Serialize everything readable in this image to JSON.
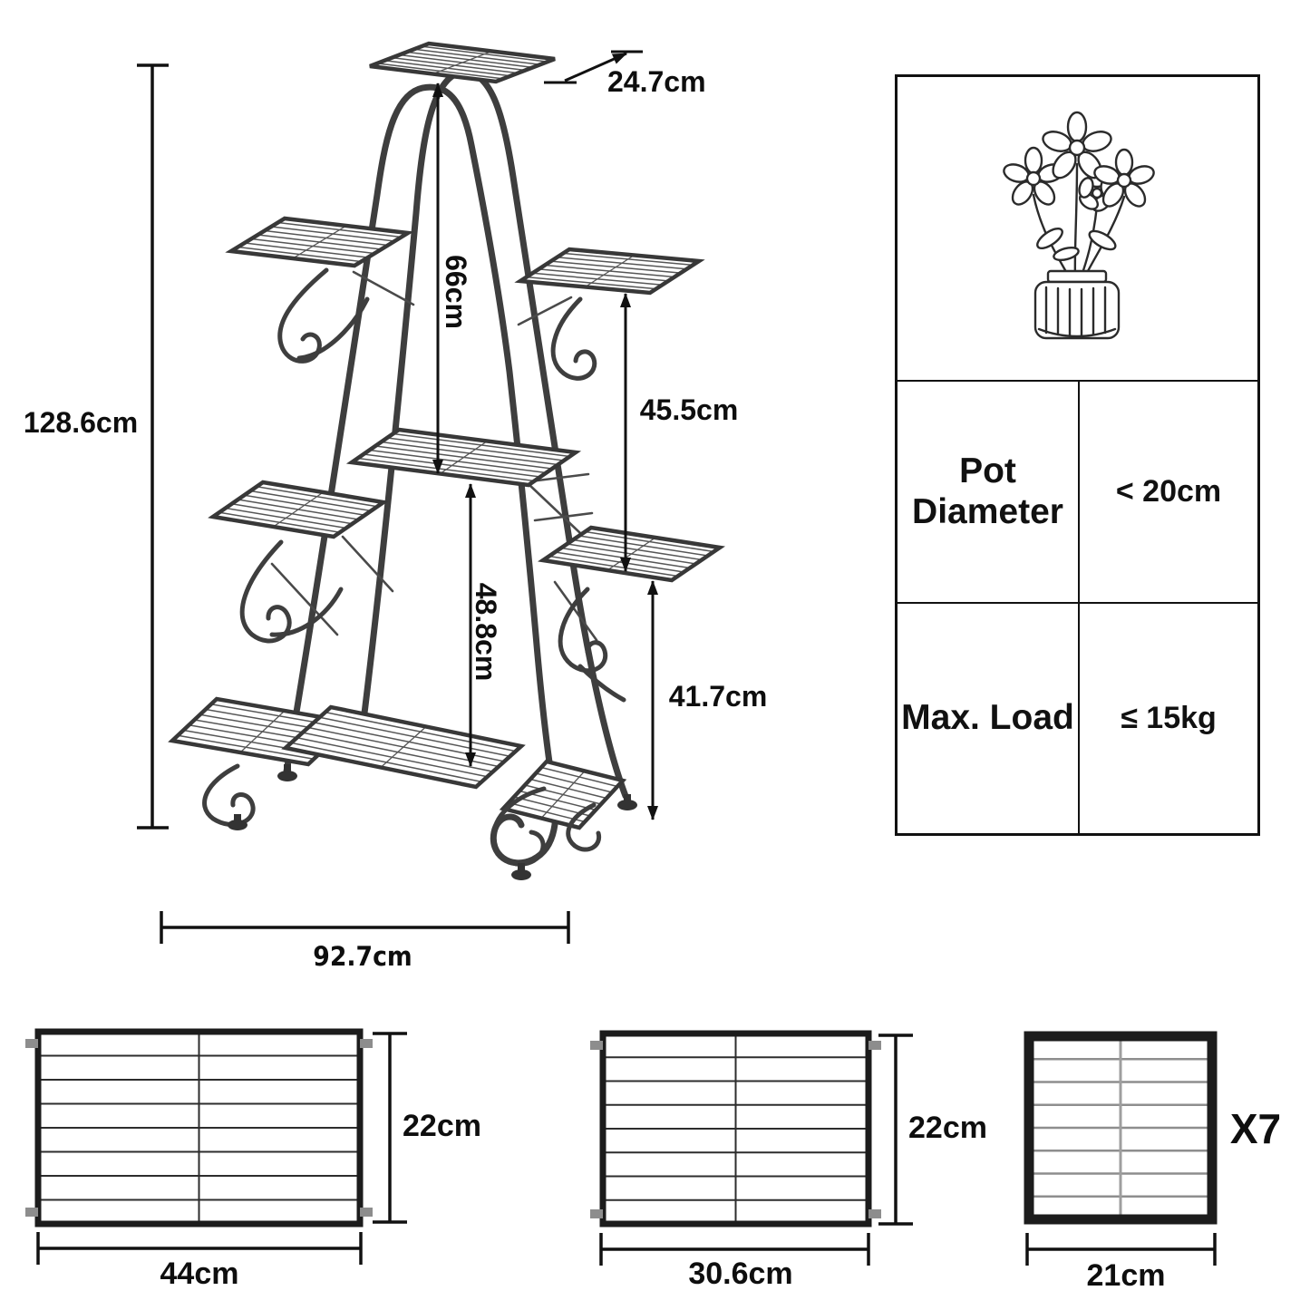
{
  "dimensions": {
    "total_height": "128.6cm",
    "top_shelf_width": "24.7cm",
    "top_to_middle": "66cm",
    "right_upper_gap": "45.5cm",
    "middle_to_bottom": "48.8cm",
    "right_lower_gap": "41.7cm",
    "base_width": "92.7cm"
  },
  "spec_table": {
    "pot_diameter_label": "Pot Diameter",
    "pot_diameter_value": "< 20cm",
    "max_load_label": "Max. Load",
    "max_load_value": "≤ 15kg"
  },
  "panels": [
    {
      "width": "44cm",
      "height": "22cm"
    },
    {
      "width": "30.6cm",
      "height": "22cm"
    },
    {
      "width": "21cm",
      "quantity": "X7"
    }
  ],
  "colors": {
    "ink": "#111111",
    "metal": "#3e3e3e",
    "background": "#ffffff"
  }
}
